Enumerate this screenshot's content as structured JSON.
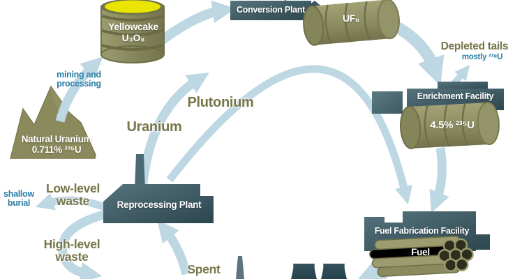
{
  "palette": {
    "olive": "#8a8a5c",
    "olive_dark": "#6e6e46",
    "olive_text": "#76764a",
    "slate_dark": "#2c464e",
    "slate_light": "#547079",
    "arrow_blue": "#bdd7e3",
    "info_blue": "#2b7fa6",
    "yellowcake_yellow": "#e9e500"
  },
  "nodes": {
    "natural_uranium": {
      "title": "Natural Uranium",
      "subtitle": "0.711% ²³⁵U"
    },
    "yellowcake": {
      "title": "Yellowcake",
      "subtitle": "U₃O₈"
    },
    "conversion_plant": {
      "title": "Conversion Plant"
    },
    "uf6": {
      "title": "UF₆"
    },
    "depleted_tails": {
      "title": "Depleted tails",
      "subtitle": "mostly ²³⁸U"
    },
    "enrichment_facility": {
      "title": "Enrichment Facility",
      "product": "4.5% ²³⁵U"
    },
    "fuel_fabrication_facility": {
      "title": "Fuel Fabrication Facility",
      "product": "Fuel"
    },
    "reprocessing_plant": {
      "title": "Reprocessing Plant"
    },
    "spent_fuel": {
      "title": "Spent"
    }
  },
  "flows": {
    "mining": "mining and\nprocessing",
    "uranium": "Uranium",
    "plutonium": "Plutonium",
    "low_level_waste": "Low-level\nwaste",
    "shallow_burial": "shallow\nburial",
    "high_level_waste": "High-level\nwaste"
  }
}
